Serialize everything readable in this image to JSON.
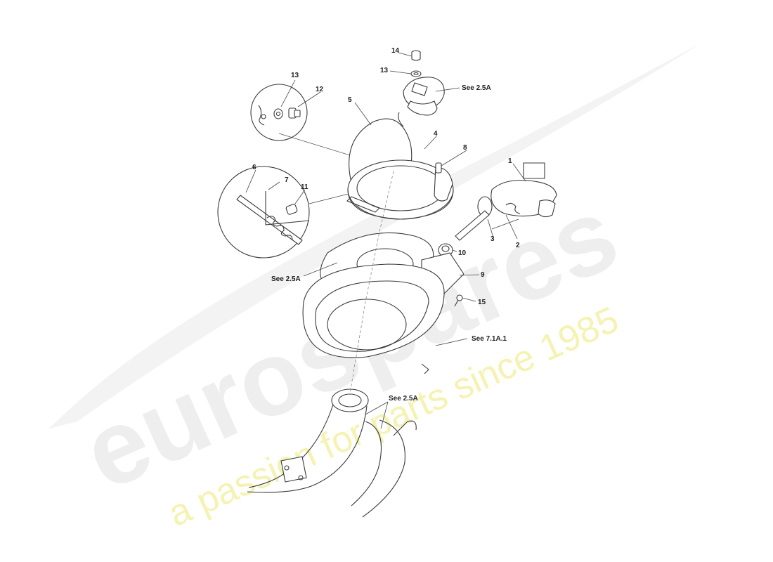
{
  "watermark": {
    "logo_text": "eurospares",
    "tagline": "a passion for parts since 1985"
  },
  "callouts": {
    "c1": "1",
    "c2": "2",
    "c3": "3",
    "c4": "4",
    "c5": "5",
    "c6": "6",
    "c7": "7",
    "c8": "8",
    "c9": "9",
    "c10": "10",
    "c11": "11",
    "c12": "12",
    "c13_detail": "13",
    "c13_cap": "13",
    "c14": "14",
    "c15": "15"
  },
  "references": {
    "cap": "See 2.5A",
    "seal": "See 2.5A",
    "body_panel": "See 7.1A.1",
    "filler_neck": "See 2.5A"
  }
}
